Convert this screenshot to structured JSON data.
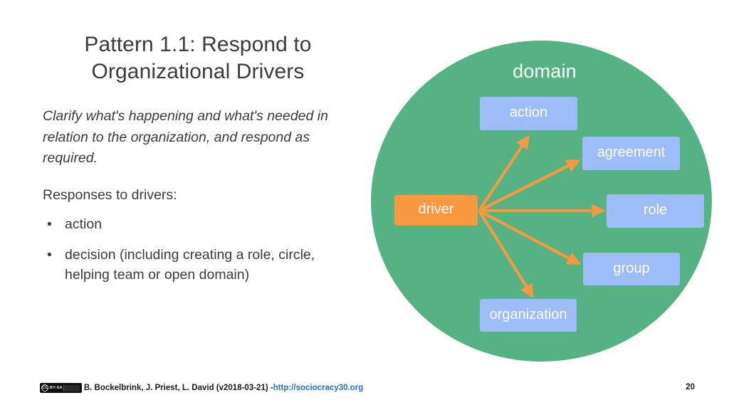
{
  "slide": {
    "title": "Pattern 1.1: Respond to Organizational Drivers",
    "title_line1": "Pattern 1.1: Respond to",
    "title_line2": "Organizational Drivers",
    "intro": "Clarify what's happening and what's needed in relation to the organization, and respond as required.",
    "responses_label": "Responses to drivers:",
    "bullets": [
      {
        "marker": "•",
        "text": "action"
      },
      {
        "marker": "•",
        "text": "decision (including creating a role, circle, helping team or open domain)"
      }
    ]
  },
  "diagram": {
    "container_label": "domain",
    "source_node": {
      "id": "driver",
      "label": "driver",
      "color": "#f89841",
      "text_color": "#ffffff"
    },
    "target_nodes": [
      {
        "id": "action",
        "label": "action",
        "color": "#9cbdf7",
        "text_color": "#ffffff"
      },
      {
        "id": "agreement",
        "label": "agreement",
        "color": "#9cbdf7",
        "text_color": "#ffffff"
      },
      {
        "id": "role",
        "label": "role",
        "color": "#9cbdf7",
        "text_color": "#ffffff"
      },
      {
        "id": "group",
        "label": "group",
        "color": "#9cbdf7",
        "text_color": "#ffffff"
      },
      {
        "id": "organization",
        "label": "organization",
        "color": "#9cbdf7",
        "text_color": "#ffffff"
      }
    ],
    "arrow_color": "#f89841",
    "circle_color": "#55b283",
    "circle_label_color": "#ffffff"
  },
  "footer": {
    "license_badge": "CC BY-SA",
    "license_cc": "CC",
    "license_terms": "BY-SA",
    "attribution": "B. Bockelbrink, J. Priest, L. David (v2018-03-21) - ",
    "link_text": "http://sociocracy30.org",
    "link_color": "#1f6fd4",
    "page_number": "20"
  }
}
